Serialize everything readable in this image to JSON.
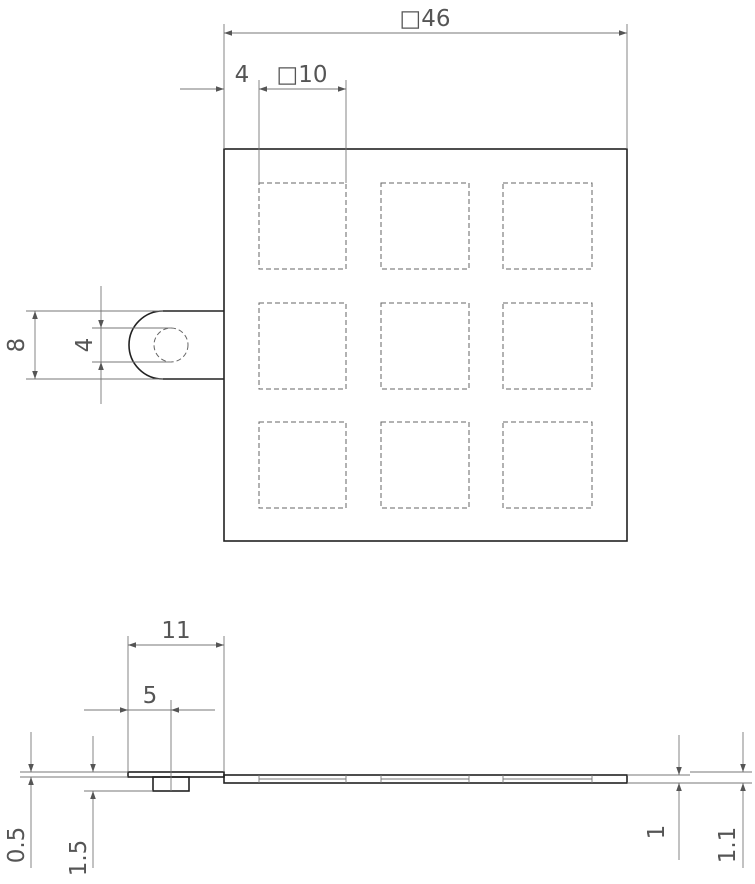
{
  "top_view": {
    "overall_size_label": "□46",
    "tab_offset_label": "4",
    "pad_size_label": "□10",
    "tab_width_label": "8",
    "hole_diameter_label": "4",
    "pad_grid": {
      "rows": 3,
      "cols": 3
    }
  },
  "side_view": {
    "tab_length_label": "11",
    "hole_offset_label": "5",
    "tab_thickness_label": "0.5",
    "post_height_label": "1.5",
    "plate_thickness_label": "1",
    "total_thickness_label": "1.1"
  }
}
